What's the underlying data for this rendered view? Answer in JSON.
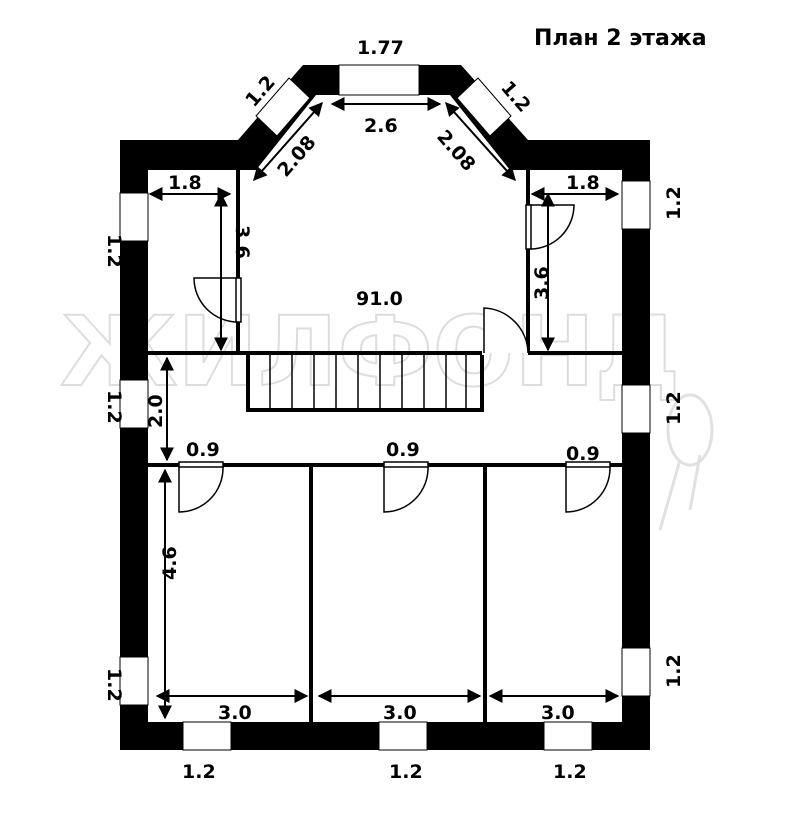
{
  "title": "План 2 этажа",
  "watermark": "ЖИЛФОНД",
  "total_area": "91.0",
  "colors": {
    "wall": "#000000",
    "background": "#ffffff",
    "watermark": "#c8c8c8"
  },
  "bay_dims": {
    "top_window": "1.77",
    "inner_width": "2.6",
    "diag_left": "2.08",
    "diag_right": "2.08",
    "side_window_left": "1.2",
    "side_window_right": "1.2"
  },
  "left_room": {
    "width": "1.8",
    "depth": "3.6"
  },
  "right_room": {
    "width": "1.8",
    "depth": "3.6"
  },
  "corridor": {
    "depth": "2.0"
  },
  "rooms": [
    {
      "door": "0.9",
      "width": "3.0"
    },
    {
      "door": "0.9",
      "width": "3.0"
    },
    {
      "door": "0.9",
      "width": "3.0"
    }
  ],
  "left_room_bottom_depth": "4.6",
  "windows": {
    "left_top": "1.2",
    "left_mid": "1.2",
    "left_bottom": "1.2",
    "right_top": "1.2",
    "right_mid": "1.2",
    "right_bottom": "1.2",
    "bottom_1": "1.2",
    "bottom_2": "1.2",
    "bottom_3": "1.2"
  }
}
